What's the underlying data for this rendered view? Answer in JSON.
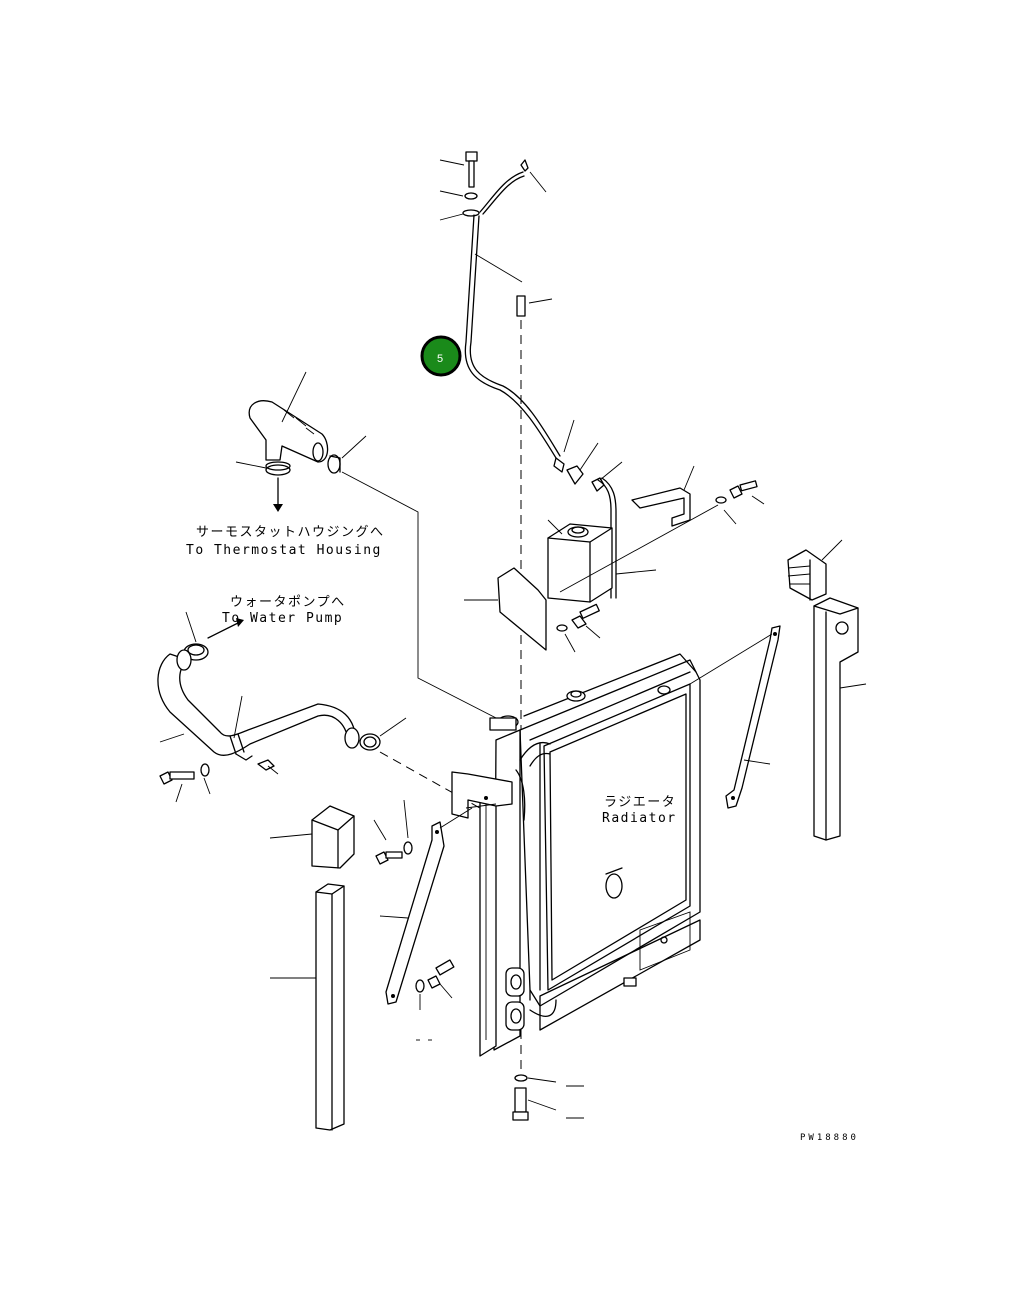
{
  "labels": {
    "thermostat_jp": "サーモスタットハウジングへ",
    "thermostat_en": "To Thermostat Housing",
    "water_pump_jp": "ウォータポンプへ",
    "water_pump_en": "To Water Pump",
    "radiator_jp": "ラジエータ",
    "radiator_en": "Radiator",
    "drawing_code": "PW18880"
  },
  "callout": {
    "number": "5",
    "color": "#1a8a1a"
  }
}
